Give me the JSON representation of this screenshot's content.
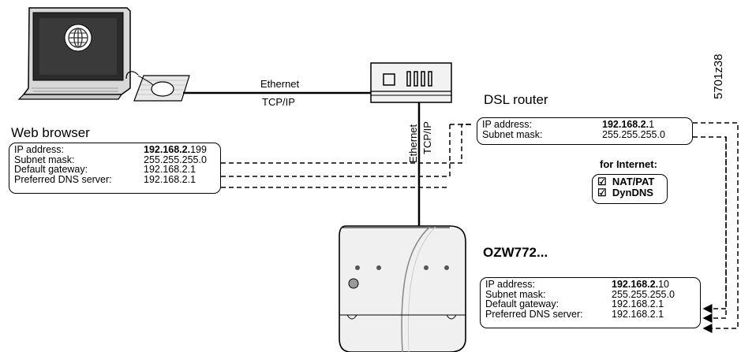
{
  "figure_id": "5701z38",
  "links": {
    "ethernet_label": "Ethernet",
    "tcpip_label": "TCP/IP",
    "vertical_ethernet_label": "Ethernet",
    "vertical_tcpip_label": "TCP/IP"
  },
  "web_browser": {
    "title": "Web browser",
    "rows": [
      {
        "key": "IP address:",
        "prefix": "192.168.2.",
        "suffix": "199"
      },
      {
        "key": "Subnet mask:",
        "prefix": "",
        "suffix": "255.255.255.0"
      },
      {
        "key": "Default gateway:",
        "prefix": "",
        "suffix": "192.168.2.1"
      },
      {
        "key": "Preferred DNS server:",
        "prefix": "",
        "suffix": "192.168.2.1"
      }
    ]
  },
  "router": {
    "title": "DSL router",
    "rows": [
      {
        "key": "IP address:",
        "prefix": "192.168.2.",
        "suffix": "1"
      },
      {
        "key": "Subnet mask:",
        "prefix": "",
        "suffix": "255.255.255.0"
      }
    ],
    "internet_label": "for Internet:",
    "features": [
      {
        "mark": "☑",
        "label": "NAT/PAT"
      },
      {
        "mark": "☑",
        "label": "DynDNS"
      }
    ]
  },
  "ozw": {
    "title": "OZW772...",
    "rows": [
      {
        "key": "IP address:",
        "prefix": "192.168.2.",
        "suffix": "10"
      },
      {
        "key": "Subnet mask:",
        "prefix": "",
        "suffix": "255.255.255.0"
      },
      {
        "key": "Default gateway:",
        "prefix": "",
        "suffix": "192.168.2.1"
      },
      {
        "key": "Preferred DNS server:",
        "prefix": "",
        "suffix": "192.168.2.1"
      }
    ]
  },
  "icons": {
    "computer": "laptop-computer-icon",
    "globe": "globe-icon",
    "mouse": "mouse-icon",
    "router": "router-icon",
    "device": "ozw772-device-icon"
  },
  "colors": {
    "line": "#000000",
    "device_fill": "#f0f0f0",
    "screen": "#2b2b2b"
  }
}
